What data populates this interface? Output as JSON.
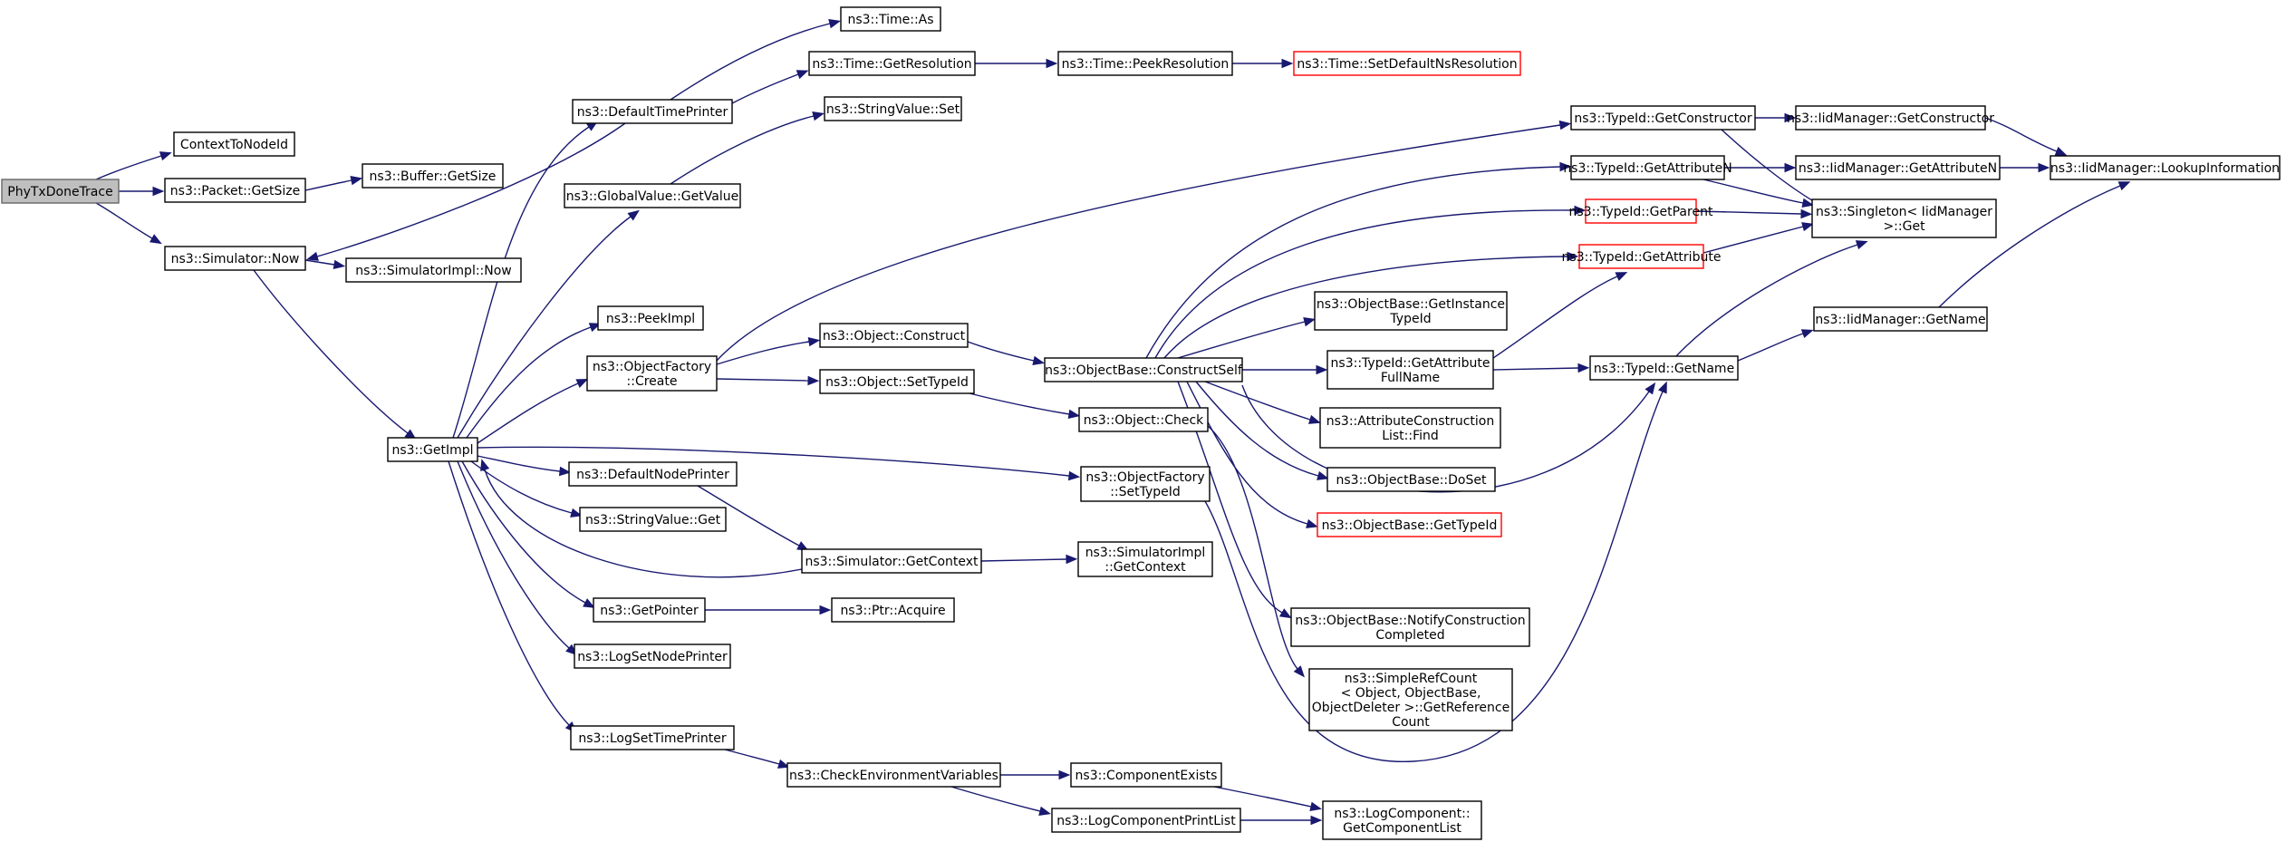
{
  "nodes": [
    {
      "id": "phytx",
      "lines": [
        "PhyTxDoneTrace"
      ],
      "root": true
    },
    {
      "id": "ctxnode",
      "lines": [
        "ContextToNodeId"
      ]
    },
    {
      "id": "pktsize",
      "lines": [
        "ns3::Packet::GetSize"
      ]
    },
    {
      "id": "bufsize",
      "lines": [
        "ns3::Buffer::GetSize"
      ]
    },
    {
      "id": "simnow",
      "lines": [
        "ns3::Simulator::Now"
      ]
    },
    {
      "id": "simimplnow",
      "lines": [
        "ns3::SimulatorImpl::Now"
      ]
    },
    {
      "id": "getimpl",
      "lines": [
        "ns3::GetImpl"
      ]
    },
    {
      "id": "deftime",
      "lines": [
        "ns3::DefaultTimePrinter"
      ]
    },
    {
      "id": "timeas",
      "lines": [
        "ns3::Time::As"
      ]
    },
    {
      "id": "timegetres",
      "lines": [
        "ns3::Time::GetResolution"
      ]
    },
    {
      "id": "timepeekres",
      "lines": [
        "ns3::Time::PeekResolution"
      ]
    },
    {
      "id": "timesetdef",
      "lines": [
        "ns3::Time::SetDefaultNsResolution"
      ],
      "trunc": true
    },
    {
      "id": "strvalset",
      "lines": [
        "ns3::StringValue::Set"
      ]
    },
    {
      "id": "gvgetvalue",
      "lines": [
        "ns3::GlobalValue::GetValue"
      ]
    },
    {
      "id": "peekimpl",
      "lines": [
        "ns3::PeekImpl"
      ]
    },
    {
      "id": "ofcreate",
      "lines": [
        "ns3::ObjectFactory",
        "::Create"
      ]
    },
    {
      "id": "objconstruct",
      "lines": [
        "ns3::Object::Construct"
      ]
    },
    {
      "id": "objsettypeid",
      "lines": [
        "ns3::Object::SetTypeId"
      ]
    },
    {
      "id": "constructself",
      "lines": [
        "ns3::ObjectBase::ConstructSelf"
      ]
    },
    {
      "id": "objcheck",
      "lines": [
        "ns3::Object::Check"
      ]
    },
    {
      "id": "defnode",
      "lines": [
        "ns3::DefaultNodePrinter"
      ]
    },
    {
      "id": "strvalget",
      "lines": [
        "ns3::StringValue::Get"
      ]
    },
    {
      "id": "simgetctx",
      "lines": [
        "ns3::Simulator::GetContext"
      ]
    },
    {
      "id": "simimplgetctx",
      "lines": [
        "ns3::SimulatorImpl",
        "::GetContext"
      ]
    },
    {
      "id": "ofsettypeid",
      "lines": [
        "ns3::ObjectFactory",
        "::SetTypeId"
      ]
    },
    {
      "id": "getpointer",
      "lines": [
        "ns3::GetPointer"
      ]
    },
    {
      "id": "ptracquire",
      "lines": [
        "ns3::Ptr::Acquire"
      ]
    },
    {
      "id": "logsetnode",
      "lines": [
        "ns3::LogSetNodePrinter"
      ]
    },
    {
      "id": "logsettime",
      "lines": [
        "ns3::LogSetTimePrinter"
      ]
    },
    {
      "id": "checkenv",
      "lines": [
        "ns3::CheckEnvironmentVariables"
      ]
    },
    {
      "id": "compexists",
      "lines": [
        "ns3::ComponentExists"
      ]
    },
    {
      "id": "logcompprint",
      "lines": [
        "ns3::LogComponentPrintList"
      ]
    },
    {
      "id": "getcomplist",
      "lines": [
        "ns3::LogComponent::",
        "GetComponentList"
      ]
    },
    {
      "id": "tidgetctor",
      "lines": [
        "ns3::TypeId::GetConstructor"
      ]
    },
    {
      "id": "tidgetattrn",
      "lines": [
        "ns3::TypeId::GetAttributeN"
      ]
    },
    {
      "id": "tidgetparent",
      "lines": [
        "ns3::TypeId::GetParent"
      ],
      "trunc": true
    },
    {
      "id": "tidgetattr",
      "lines": [
        "ns3::TypeId::GetAttribute"
      ],
      "trunc": true
    },
    {
      "id": "obgetinst",
      "lines": [
        "ns3::ObjectBase::GetInstance",
        "TypeId"
      ]
    },
    {
      "id": "tidgetattrfull",
      "lines": [
        "ns3::TypeId::GetAttribute",
        "FullName"
      ]
    },
    {
      "id": "acfind",
      "lines": [
        "ns3::AttributeConstruction",
        "List::Find"
      ]
    },
    {
      "id": "obdoset",
      "lines": [
        "ns3::ObjectBase::DoSet"
      ]
    },
    {
      "id": "obgettypeid",
      "lines": [
        "ns3::ObjectBase::GetTypeId"
      ],
      "trunc": true
    },
    {
      "id": "obnotify",
      "lines": [
        "ns3::ObjectBase::NotifyConstruction",
        "Completed"
      ]
    },
    {
      "id": "simplerefcount",
      "lines": [
        "ns3::SimpleRefCount",
        "< Object, ObjectBase,",
        "ObjectDeleter >::GetReference",
        "Count"
      ]
    },
    {
      "id": "tidgetname",
      "lines": [
        "ns3::TypeId::GetName"
      ]
    },
    {
      "id": "iidgetctor",
      "lines": [
        "ns3::IidManager::GetConstructor"
      ]
    },
    {
      "id": "iidgetattrn",
      "lines": [
        "ns3::IidManager::GetAttributeN"
      ]
    },
    {
      "id": "singletonget",
      "lines": [
        "ns3::Singleton< IidManager",
        ">::Get"
      ]
    },
    {
      "id": "iidgetname",
      "lines": [
        "ns3::IidManager::GetName"
      ]
    },
    {
      "id": "iidlookup",
      "lines": [
        "ns3::IidManager::LookupInformation"
      ]
    }
  ],
  "edges": [
    [
      "phytx",
      "ctxnode"
    ],
    [
      "phytx",
      "pktsize"
    ],
    [
      "phytx",
      "simnow"
    ],
    [
      "pktsize",
      "bufsize"
    ],
    [
      "simnow",
      "simimplnow"
    ],
    [
      "simnow",
      "getimpl"
    ],
    [
      "getimpl",
      "deftime"
    ],
    [
      "getimpl",
      "gvgetvalue"
    ],
    [
      "getimpl",
      "peekimpl"
    ],
    [
      "getimpl",
      "ofcreate"
    ],
    [
      "getimpl",
      "defnode"
    ],
    [
      "getimpl",
      "strvalget"
    ],
    [
      "getimpl",
      "getpointer"
    ],
    [
      "getimpl",
      "logsetnode"
    ],
    [
      "getimpl",
      "logsettime"
    ],
    [
      "getimpl",
      "ofsettypeid"
    ],
    [
      "deftime",
      "simnow"
    ],
    [
      "deftime",
      "timeas"
    ],
    [
      "deftime",
      "timegetres"
    ],
    [
      "timegetres",
      "timepeekres"
    ],
    [
      "timepeekres",
      "timesetdef"
    ],
    [
      "gvgetvalue",
      "strvalset"
    ],
    [
      "ofcreate",
      "objconstruct"
    ],
    [
      "ofcreate",
      "objsettypeid"
    ],
    [
      "ofcreate",
      "tidgetctor"
    ],
    [
      "objconstruct",
      "constructself"
    ],
    [
      "objsettypeid",
      "objcheck"
    ],
    [
      "objcheck",
      "simplerefcount"
    ],
    [
      "defnode",
      "simgetctx"
    ],
    [
      "simgetctx",
      "getimpl"
    ],
    [
      "simgetctx",
      "simimplgetctx"
    ],
    [
      "getpointer",
      "ptracquire"
    ],
    [
      "logsettime",
      "checkenv"
    ],
    [
      "checkenv",
      "compexists"
    ],
    [
      "checkenv",
      "logcompprint"
    ],
    [
      "compexists",
      "getcomplist"
    ],
    [
      "logcompprint",
      "getcomplist"
    ],
    [
      "ofsettypeid",
      "tidgetname"
    ],
    [
      "constructself",
      "tidgetattrn"
    ],
    [
      "constructself",
      "tidgetparent"
    ],
    [
      "constructself",
      "tidgetattr"
    ],
    [
      "constructself",
      "obgetinst"
    ],
    [
      "constructself",
      "tidgetattrfull"
    ],
    [
      "constructself",
      "acfind"
    ],
    [
      "constructself",
      "obdoset"
    ],
    [
      "constructself",
      "obgettypeid"
    ],
    [
      "constructself",
      "obnotify"
    ],
    [
      "constructself",
      "tidgetname"
    ],
    [
      "tidgetctor",
      "iidgetctor"
    ],
    [
      "tidgetctor",
      "singletonget"
    ],
    [
      "tidgetattrn",
      "iidgetattrn"
    ],
    [
      "tidgetattrn",
      "singletonget"
    ],
    [
      "tidgetparent",
      "singletonget"
    ],
    [
      "tidgetattr",
      "singletonget"
    ],
    [
      "tidgetattrfull",
      "tidgetattr"
    ],
    [
      "tidgetattrfull",
      "tidgetname"
    ],
    [
      "tidgetname",
      "singletonget"
    ],
    [
      "tidgetname",
      "iidgetname"
    ],
    [
      "iidgetctor",
      "iidlookup"
    ],
    [
      "iidgetattrn",
      "iidlookup"
    ],
    [
      "iidgetname",
      "iidlookup"
    ]
  ]
}
